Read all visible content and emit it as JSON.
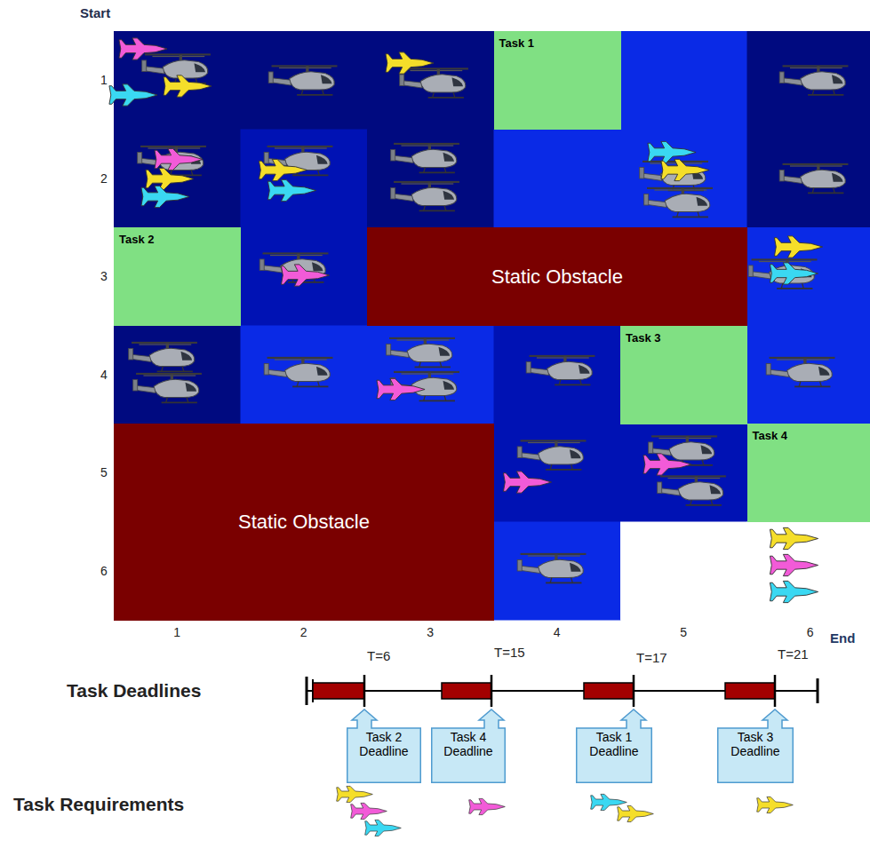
{
  "diagram": {
    "nodes": [
      {
        "text": [
          "Task 1"
        ]
      },
      {
        "text": [
          "Task 2"
        ]
      },
      {
        "text": [
          "Static Obstacle"
        ]
      },
      {
        "text": [
          "Task 3"
        ]
      },
      {
        "text": [
          "Static Obstacle"
        ]
      },
      {
        "text": [
          "Task 4"
        ]
      },
      {
        "text": [
          "Task 2 Deadline"
        ]
      },
      {
        "text": [
          "Task 4 Deadline"
        ]
      },
      {
        "text": [
          "Task 1 Deadline"
        ]
      },
      {
        "text": [
          "Task 3 Deadline"
        ]
      }
    ],
    "labels": [
      "Start",
      "1",
      "2",
      "3",
      "4",
      "5",
      "6",
      "1",
      "2",
      "3",
      "4",
      "5",
      "6",
      "End",
      "T=6",
      "T=15",
      "T=17",
      "T=21",
      "Task Deadlines",
      "Task Requirements"
    ]
  }
}
